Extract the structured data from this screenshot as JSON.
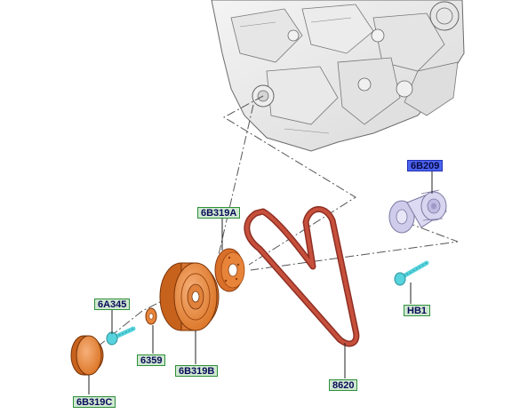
{
  "callouts": {
    "c_6B209": "6B209",
    "c_6B319A": "6B319A",
    "c_6A345": "6A345",
    "c_6359": "6359",
    "c_6B319B": "6B319B",
    "c_6B319C": "6B319C",
    "c_HB1": "HB1",
    "c_8620": "8620"
  },
  "colors": {
    "pulley_orange": "#e8843a",
    "belt_red": "#b8412f",
    "bolt_cyan": "#56d3dc",
    "tensioner_lavender": "#d6d3ef",
    "label_green_fill": "#cfe8d1",
    "label_green_border": "#2f8f3a",
    "label_blue_fill": "#4a63f0"
  }
}
